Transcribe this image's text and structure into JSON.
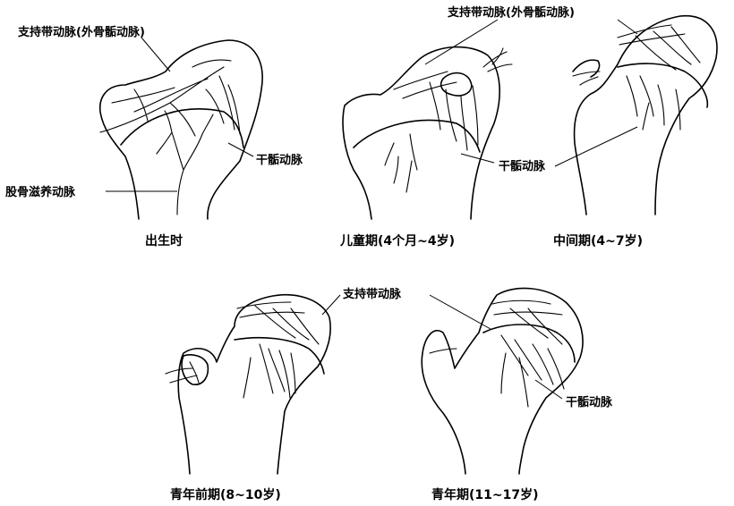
{
  "labels": {
    "retinacular_full": "支持带动脉(外骨骺动脉)",
    "retinacular": "支持带动脉",
    "metaphyseal": "干骺动脉",
    "nutrient": "股骨滋养动脉"
  },
  "captions": {
    "birth": "出生时",
    "child": "儿童期(4个月~4岁)",
    "intermediate": "中间期(4~7岁)",
    "preadolescent": "青年前期(8~10岁)",
    "adolescent": "青年期(11~17岁)"
  }
}
